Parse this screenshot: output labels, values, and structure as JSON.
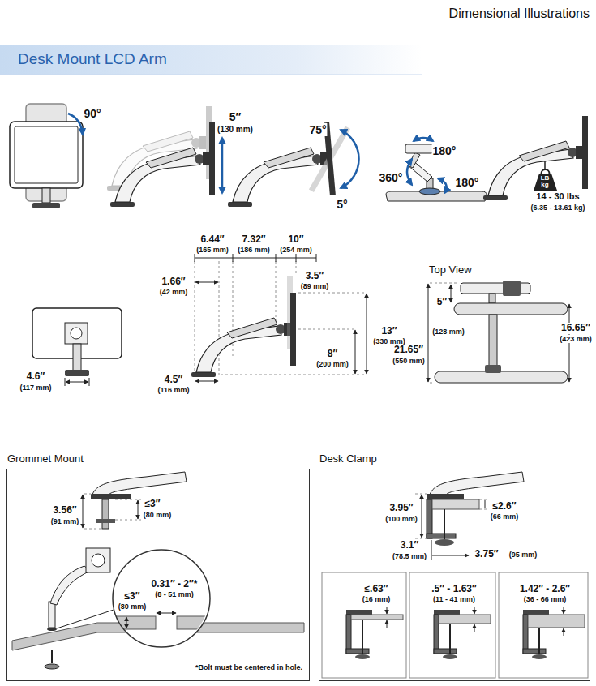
{
  "diagram": {
    "title": "Desk Mount LCD Arm",
    "nodes": [
      {
        "text": [
          "LB kg"
        ]
      },
      {
        "text": [
          "Grommet Mount"
        ]
      },
      {
        "text": [
          "≤3″",
          "(80 mm)",
          "0.31″ - 2″*",
          "(8 - 51 mm)"
        ],
        "in": 1
      },
      {
        "text": [
          "Desk Clamp"
        ]
      }
    ],
    "labels": [
      "Dimensional Illustrations",
      "90°",
      "5″",
      "(130 mm)",
      "75°",
      "5°",
      "180°",
      "360°",
      "180°",
      "14 - 30 lbs",
      "(6.35 - 13.61 kg)",
      "6.44″",
      "(165 mm)",
      "7.32″",
      "(186 mm)",
      "10″",
      "(254 mm)",
      "1.66″",
      "(42 mm)",
      "3.5″",
      "(89 mm)",
      "13″",
      "(330 mm)",
      "8″",
      "(200 mm)",
      "4.5″",
      "(116 mm)",
      "4.6″",
      "(117 mm)",
      "Top View",
      "5″",
      "(128 mm)",
      "21.65″",
      "(550 mm)",
      "16.65″",
      "(423 mm)",
      "3.56″",
      "(91 mm)",
      "≤3″",
      "(80 mm)",
      "*Bolt must be centered in hole.",
      "3.95″",
      "(100 mm)",
      "≤2.6″",
      "(66 mm)",
      "3.1″",
      "(78.5 mm)",
      "3.75″",
      "(95 mm)",
      "≤.63″",
      "(16 mm)",
      ".5″ - 1.63″",
      "(11 - 41 mm)",
      "1.42″ - 2.6″",
      "(36 - 66 mm)"
    ]
  }
}
